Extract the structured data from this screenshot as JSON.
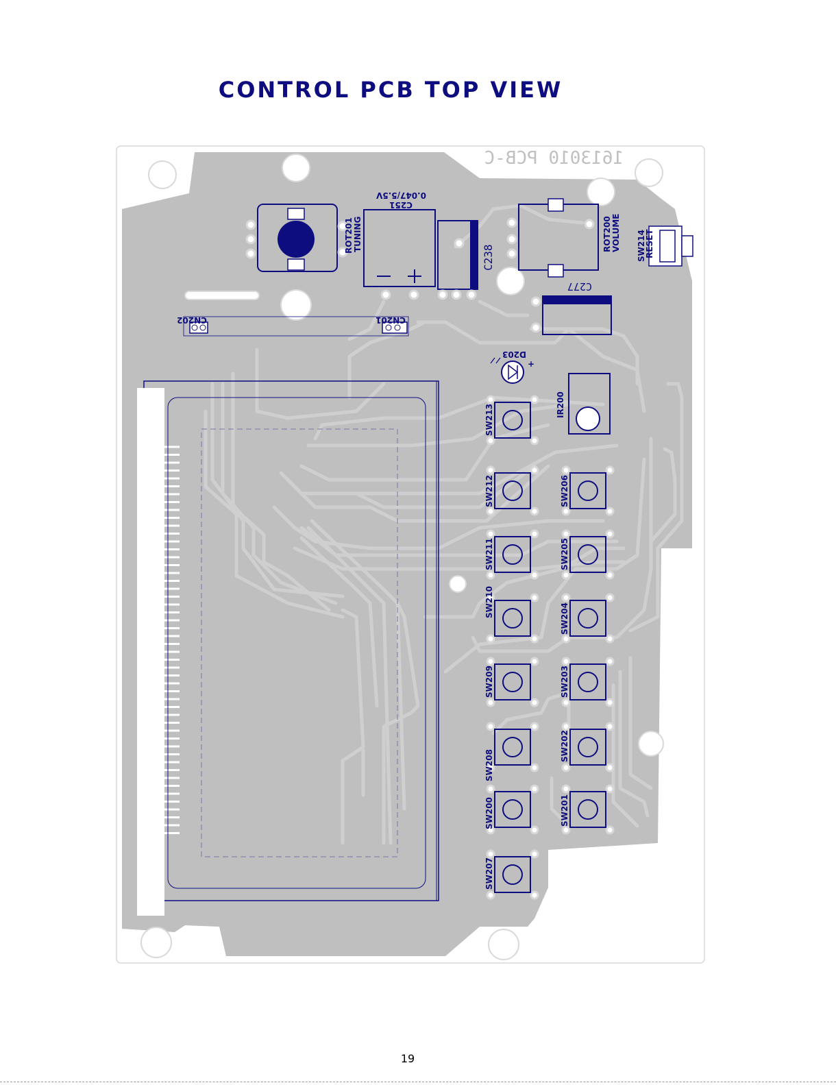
{
  "title": "CONTROL PCB TOP VIEW",
  "page_number": "19",
  "board": {
    "part_number": "1613010 PCB-C",
    "capacitor_rating": "0.047/5.5V",
    "labels": {
      "rot201": "ROT201",
      "tuning": "TUNING",
      "rot200": "ROT200",
      "volume": "VOLUME",
      "sw214": "SW214",
      "reset": "RESET",
      "c251": "C251",
      "c238": "C238",
      "c277": "C277",
      "d203": "D203",
      "ir200": "IR200",
      "cn201": "CN201",
      "cn202": "CN202",
      "plus": "+",
      "minus": "−"
    },
    "switches_left": [
      "SW213",
      "SW212",
      "SW211",
      "SW210",
      "SW209",
      "SW208",
      "SW200",
      "SW207"
    ],
    "switches_right": [
      "SW206",
      "SW205",
      "SW204",
      "SW203",
      "SW202",
      "SW201"
    ]
  },
  "colors": {
    "silkscreen": "#0d0d80",
    "copper": "#bfbfbf",
    "trace": "#cfcfcf",
    "board_edge": "#d9d9d9"
  }
}
